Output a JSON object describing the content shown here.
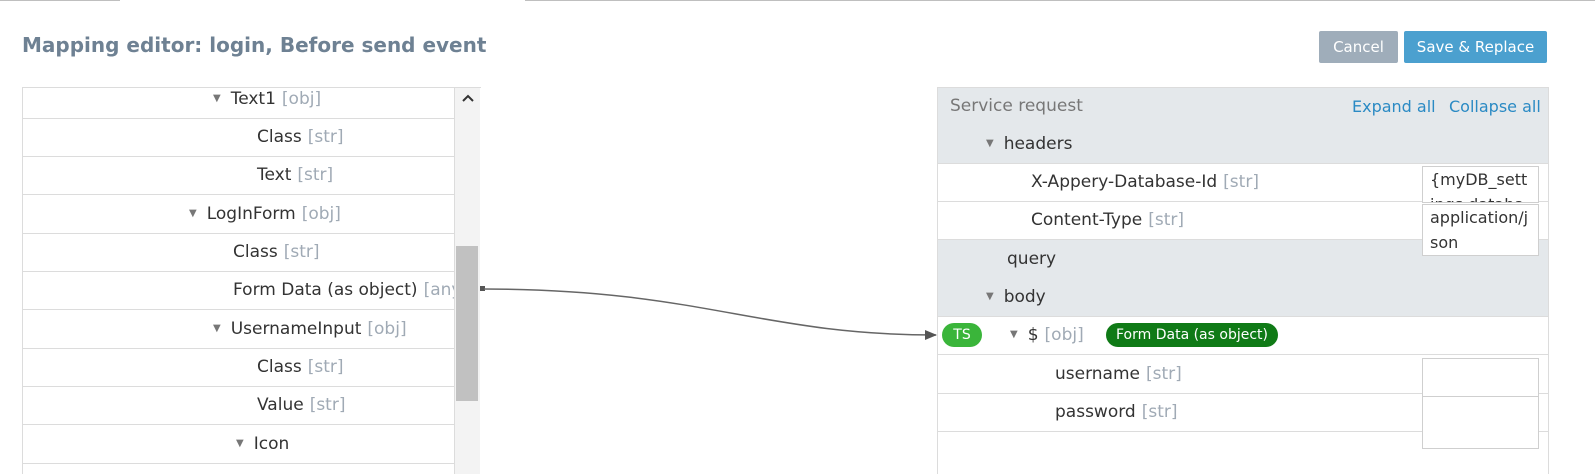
{
  "title": "Mapping editor: login, Before send event",
  "buttons": {
    "cancel": "Cancel",
    "save": "Save & Replace"
  },
  "left_tree": [
    {
      "label": "Text1",
      "type": "[obj]",
      "expandable": true
    },
    {
      "label": "Class",
      "type": "[str]",
      "expandable": false
    },
    {
      "label": "Text",
      "type": "[str]",
      "expandable": false
    },
    {
      "label": "LogInForm",
      "type": "[obj]",
      "expandable": true
    },
    {
      "label": "Class",
      "type": "[str]",
      "expandable": false
    },
    {
      "label": "Form Data (as object)",
      "type": "[any]",
      "expandable": false
    },
    {
      "label": "UsernameInput",
      "type": "[obj]",
      "expandable": true
    },
    {
      "label": "Class",
      "type": "[str]",
      "expandable": false
    },
    {
      "label": "Value",
      "type": "[str]",
      "expandable": false
    },
    {
      "label": "Icon",
      "type": "",
      "expandable": true
    }
  ],
  "right": {
    "header": "Service request",
    "expand_all": "Expand all",
    "collapse_all": "Collapse all",
    "headers_label": "headers",
    "db_id": {
      "label": "X-Appery-Database-Id",
      "type": "[str]",
      "value": "{myDB_settings.database"
    },
    "content_type": {
      "label": "Content-Type",
      "type": "[str]",
      "value": "application/json"
    },
    "query_label": "query",
    "body_label": "body",
    "root": {
      "label": "$",
      "type": "[obj]",
      "ts": "TS",
      "mapped": "Form Data (as object)"
    },
    "username": {
      "label": "username",
      "type": "[str]"
    },
    "password": {
      "label": "password",
      "type": "[str]"
    }
  },
  "icons": {
    "collapse": "triangle-down-icon",
    "scroll_up": "chevron-up-icon"
  }
}
